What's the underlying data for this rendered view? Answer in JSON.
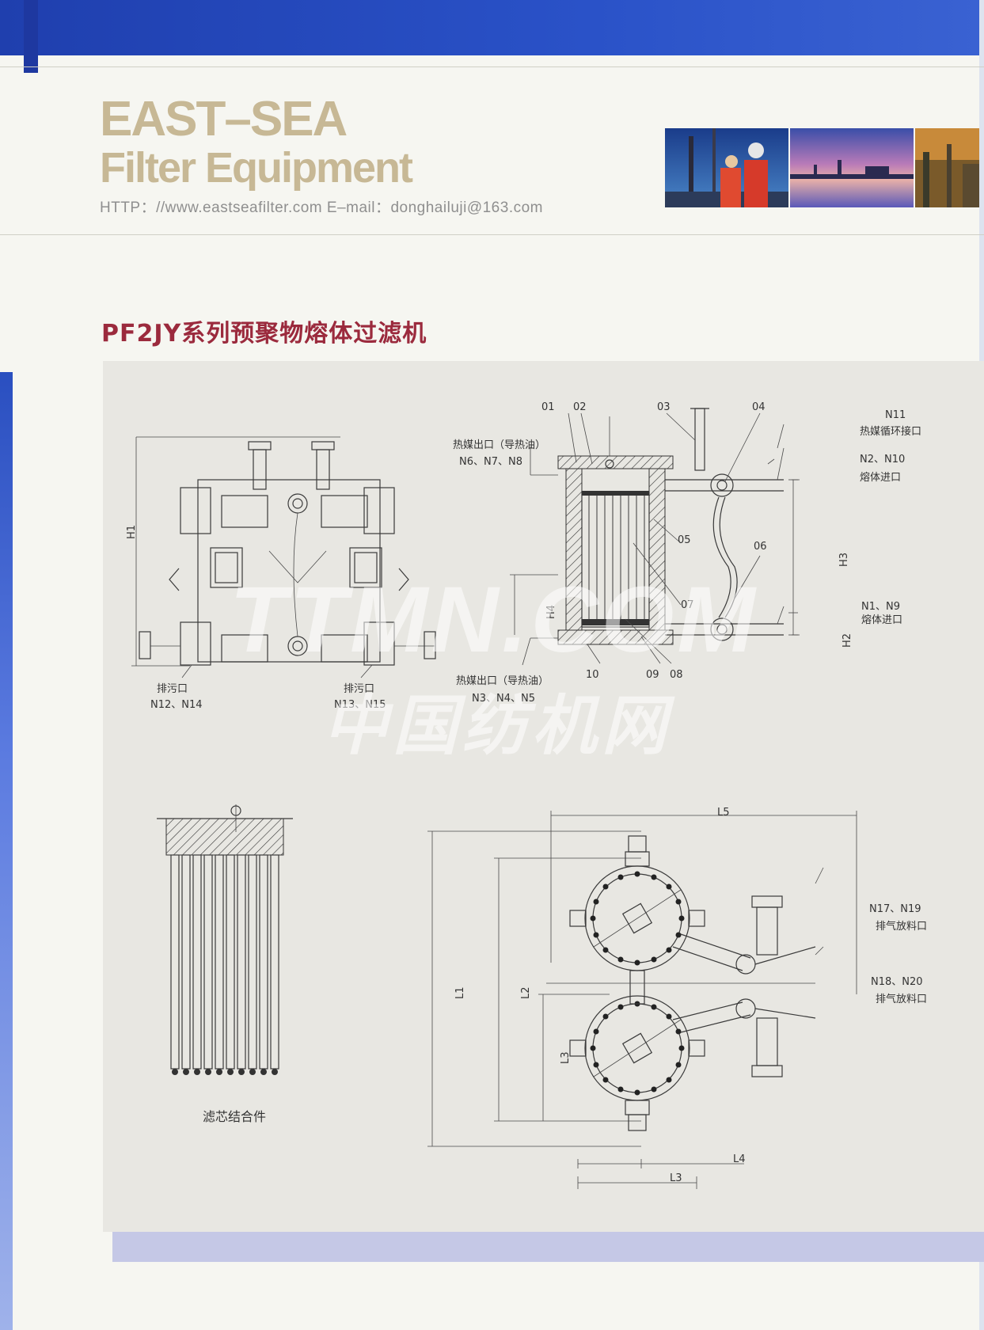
{
  "header": {
    "brand_line1": "EAST–SEA",
    "brand_line2": "Filter Equipment",
    "contact": "HTTP：//www.eastseafilter.com   E–mail：donghailuji@163.com"
  },
  "page_title": "PF2JY系列预聚物熔体过滤机",
  "drawing": {
    "parts": [
      "01",
      "02",
      "03",
      "04",
      "05",
      "06",
      "07",
      "08",
      "09",
      "10"
    ],
    "dims": [
      "H1",
      "H2",
      "H3",
      "H4",
      "L1",
      "L2",
      "L3",
      "L4",
      "L5",
      "L3"
    ],
    "ports": {
      "hm_out_top_name": "热媒出口（导热油）",
      "hm_out_top_code": "N6、N7、N8",
      "n11_code": "N11",
      "n11_name": "热媒循环接口",
      "melt_in_top_code": "N2、N10",
      "melt_in_top_name": "熔体进口",
      "melt_in_bot_code": "N1、N9",
      "melt_in_bot_name": "熔体进口",
      "drain1_name": "排污口",
      "drain1_code": "N12、N14",
      "drain2_name": "排污口",
      "drain2_code": "N13、N15",
      "hm_out_bot_name": "热媒出口（导热油）",
      "hm_out_bot_code": "N3、N4、N5",
      "vent1_code": "N17、N19",
      "vent1_name": "排气放料口",
      "vent2_code": "N18、N20",
      "vent2_name": "排气放料口"
    },
    "cartridge_caption": "滤芯结合件"
  },
  "watermark": {
    "line1": "TTMN.COM",
    "line2": "中国纺机网"
  },
  "colors": {
    "brand": "#c7b895",
    "title": "#9b2a3d",
    "band": "#2a52c8"
  }
}
